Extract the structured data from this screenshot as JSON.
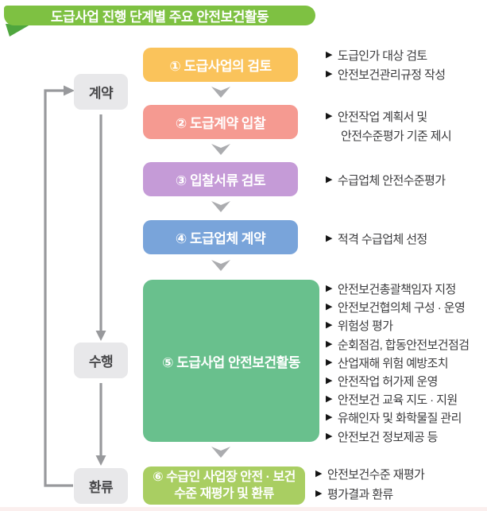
{
  "title": "도급사업 진행 단계별 주요 안전보건활동",
  "stages": {
    "contract": "계약",
    "perform": "수행",
    "feedback": "환류"
  },
  "steps": [
    {
      "label": "① 도급사업의 검토"
    },
    {
      "label": "② 도급계약 입찰"
    },
    {
      "label": "③ 입찰서류 검토"
    },
    {
      "label": "④ 도급업체 계약"
    },
    {
      "label": "⑤ 도급사업 안전보건활동"
    },
    {
      "line1": "⑥ 수급인 사업장 안전 · 보건",
      "line2": "수준 재평가 및 환류"
    }
  ],
  "bullets": {
    "marker": "▶",
    "group1": [
      "도급인가 대상 검토",
      "안전보건관리규정 작성"
    ],
    "group2": {
      "line1": "안전작업 계획서 및",
      "line2": "안전수준평가 기준 제시"
    },
    "group3": [
      "수급업체 안전수준평가"
    ],
    "group4": [
      "적격 수급업체 선정"
    ],
    "group5": [
      "안전보건총괄책임자 지정",
      "안전보건협의체 구성 · 운영",
      "위험성 평가",
      "순회점검, 합동안전보건점검",
      "산업재해 위험 예방조치",
      "안전작업 허가제 운영",
      "안전보건 교육 지도 · 지원",
      "유해인자 및 화학물질 관리",
      "안전보건 정보제공 등"
    ],
    "group6": [
      "안전보건수준 재평가",
      "평가결과 환류"
    ]
  },
  "colors": {
    "banner": "#7EC142",
    "banner_tail": "#4FA63E",
    "step1": "#FAC35B",
    "step2": "#F59A91",
    "step3": "#C59BD7",
    "step4": "#79A4DA",
    "step5": "#69C08D",
    "step6": "#A9CE62",
    "stage_bg": "#E8E8EA",
    "arrow": "#98999C",
    "chevron": "#ABACAF",
    "bottom_strip": "#FBEFEE"
  }
}
